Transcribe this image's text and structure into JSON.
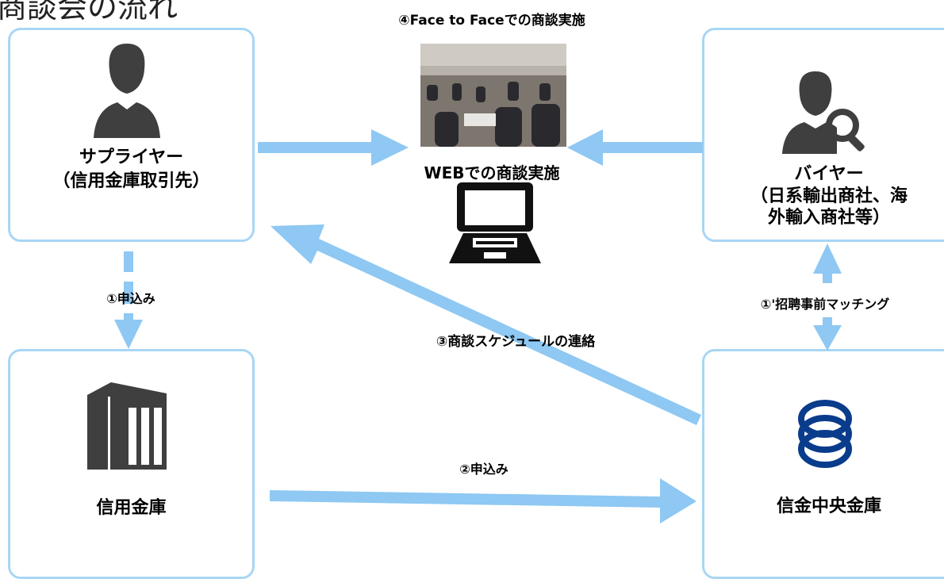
{
  "title": "商談会の流れ",
  "nodes": {
    "supplier": {
      "line1": "サプライヤー",
      "line2": "（信用金庫取引先）",
      "icon": "person-icon"
    },
    "buyer": {
      "line1": "バイヤー",
      "line2": "（日系輸出商社、海",
      "line3": "外輸入商社等）",
      "icon": "person-search-icon"
    },
    "shinkin": {
      "label": "信用金庫",
      "icon": "building-icon"
    },
    "central": {
      "label": "信金中央金庫",
      "icon": "shinkin-logo-icon"
    }
  },
  "center": {
    "photo_caption": "④Face to Faceでの商談実施",
    "web_caption": "WEBでの商談実施",
    "photo_icon": "meeting-photo",
    "laptop_icon": "laptop-icon"
  },
  "steps": {
    "step1": "①申込み",
    "step1b": "①'招聘事前マッチング",
    "step2": "②申込み",
    "step3": "③商談スケジュールの連絡"
  },
  "colors": {
    "arrow": "#8ec8f3",
    "box_border": "#a8d6f5",
    "icon": "#3f3f3f",
    "logo": "#0a3c8c"
  }
}
